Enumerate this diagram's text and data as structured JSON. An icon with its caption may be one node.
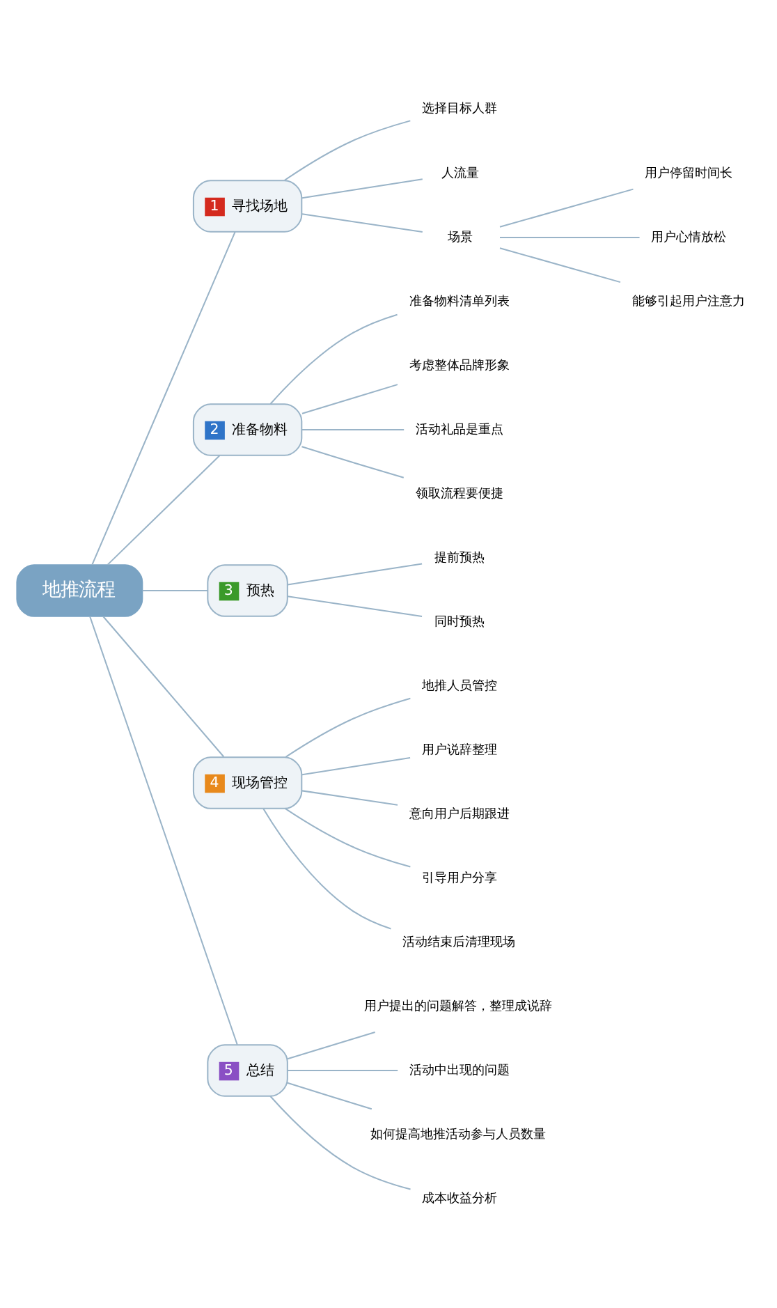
{
  "diagram": {
    "nodes": [
      {
        "text": [
          "地推流程"
        ]
      },
      {
        "text": [
          "1",
          "寻找场地"
        ]
      },
      {
        "text": [
          "选择目标人群"
        ]
      },
      {
        "text": [
          "人流量"
        ]
      },
      {
        "text": [
          "场景"
        ]
      },
      {
        "text": [
          "用户停留时间长"
        ]
      },
      {
        "text": [
          "用户心情放松"
        ]
      },
      {
        "text": [
          "能够引起用户注意力"
        ]
      },
      {
        "text": [
          "2",
          "准备物料"
        ]
      },
      {
        "text": [
          "准备物料清单列表"
        ]
      },
      {
        "text": [
          "考虑整体品牌形象"
        ]
      },
      {
        "text": [
          "活动礼品是重点"
        ]
      },
      {
        "text": [
          "领取流程要便捷"
        ]
      },
      {
        "text": [
          "3",
          "预热"
        ]
      },
      {
        "text": [
          "提前预热"
        ]
      },
      {
        "text": [
          "同时预热"
        ]
      },
      {
        "text": [
          "4",
          "现场管控"
        ]
      },
      {
        "text": [
          "地推人员管控"
        ]
      },
      {
        "text": [
          "用户说辞整理"
        ]
      },
      {
        "text": [
          "意向用户后期跟进"
        ]
      },
      {
        "text": [
          "引导用户分享"
        ]
      },
      {
        "text": [
          "活动结束后清理现场"
        ]
      },
      {
        "text": [
          "5",
          "总结"
        ]
      },
      {
        "text": [
          "用户提出的问题解答，整理成说辞"
        ]
      },
      {
        "text": [
          "活动中出现的问题"
        ]
      },
      {
        "text": [
          "如何提高地推活动参与人员数量"
        ]
      },
      {
        "text": [
          "成本收益分析"
        ]
      }
    ],
    "edges": [
      {
        "from": 0,
        "to": 1,
        "arrow": "none"
      },
      {
        "from": 1,
        "to": 2,
        "arrow": "none"
      },
      {
        "from": 1,
        "to": 3,
        "arrow": "none"
      },
      {
        "from": 1,
        "to": 4,
        "arrow": "none"
      },
      {
        "from": 4,
        "to": 5,
        "arrow": "none"
      },
      {
        "from": 4,
        "to": 6,
        "arrow": "none"
      },
      {
        "from": 4,
        "to": 7,
        "arrow": "none"
      },
      {
        "from": 0,
        "to": 8,
        "arrow": "none"
      },
      {
        "from": 8,
        "to": 9,
        "arrow": "none"
      },
      {
        "from": 8,
        "to": 10,
        "arrow": "none"
      },
      {
        "from": 8,
        "to": 11,
        "arrow": "none"
      },
      {
        "from": 8,
        "to": 12,
        "arrow": "none"
      },
      {
        "from": 0,
        "to": 13,
        "arrow": "none"
      },
      {
        "from": 13,
        "to": 14,
        "arrow": "none"
      },
      {
        "from": 13,
        "to": 15,
        "arrow": "none"
      },
      {
        "from": 0,
        "to": 16,
        "arrow": "none"
      },
      {
        "from": 16,
        "to": 17,
        "arrow": "none"
      },
      {
        "from": 16,
        "to": 18,
        "arrow": "none"
      },
      {
        "from": 16,
        "to": 19,
        "arrow": "none"
      },
      {
        "from": 16,
        "to": 20,
        "arrow": "none"
      },
      {
        "from": 16,
        "to": 21,
        "arrow": "none"
      },
      {
        "from": 0,
        "to": 22,
        "arrow": "none"
      },
      {
        "from": 22,
        "to": 23,
        "arrow": "none"
      },
      {
        "from": 22,
        "to": 24,
        "arrow": "none"
      },
      {
        "from": 22,
        "to": 25,
        "arrow": "none"
      },
      {
        "from": 22,
        "to": 26,
        "arrow": "none"
      }
    ]
  }
}
